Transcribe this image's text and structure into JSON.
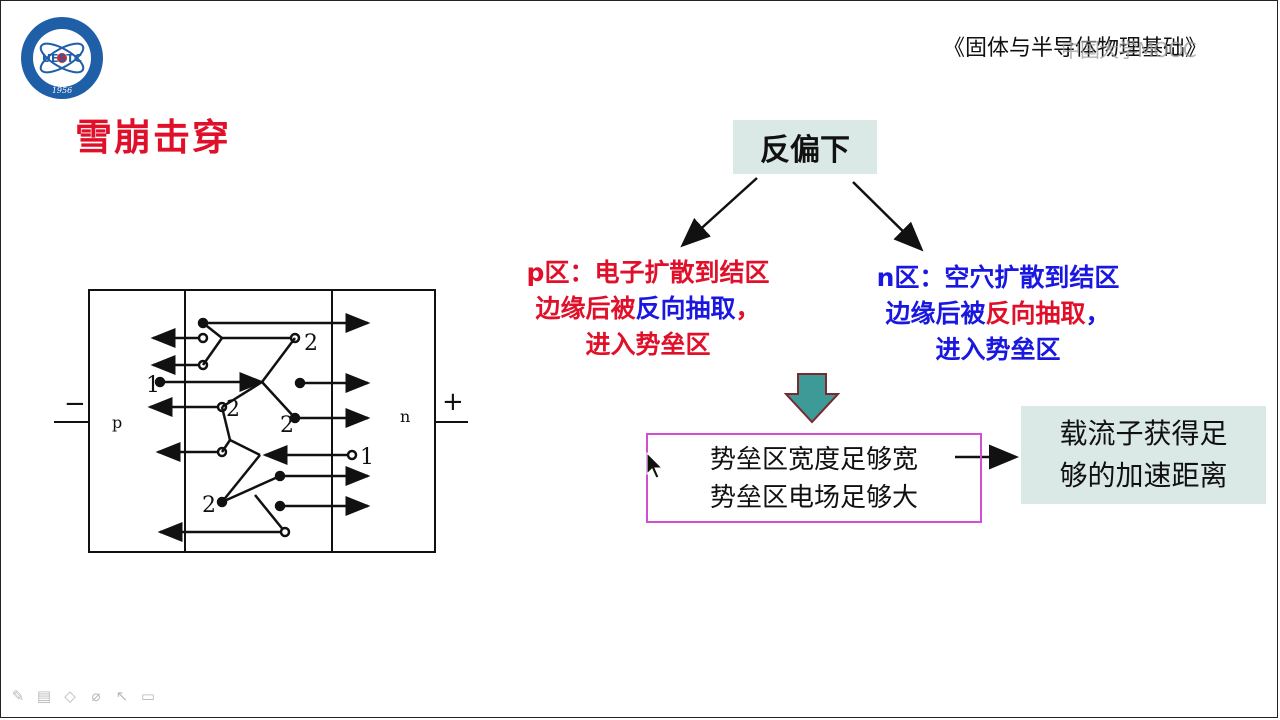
{
  "header": {
    "logo_text": "UESTC",
    "logo_year": "1956",
    "course_title": "《固体与半导体物理基础》",
    "course_title_ghost": "中国大学MOOC"
  },
  "slide": {
    "title": "雪崩击穿"
  },
  "diagram": {
    "minus": "−",
    "plus": "+",
    "p_label": "p",
    "n_label": "n",
    "num_1": "1",
    "num_2": "2"
  },
  "flow": {
    "condition_top": "反偏下",
    "p_region": {
      "line1": "p区：电子扩散到结区",
      "line2_pre": "边缘后被",
      "line2_mid": "反向抽取",
      "line2_post": "，",
      "line3": "进入势垒区"
    },
    "n_region": {
      "line1": "n区：空穴扩散到结区",
      "line2_pre": "边缘后被",
      "line2_mid": "反向抽取",
      "line2_post": "，",
      "line3": "进入势垒区"
    },
    "condition_box": {
      "line1": "势垒区宽度足够宽",
      "line2": "势垒区电场足够大"
    },
    "result_box": {
      "line1": "载流子获得足",
      "line2": "够的加速距离"
    }
  },
  "colors": {
    "title_red": "#e0102a",
    "blue": "#1a18e0",
    "box_teal": "#dbe9e6",
    "arrow_teal": "#3d9a96",
    "border_magenta": "#d24fd2"
  },
  "toolbar": {
    "icons": [
      "pen-icon",
      "slides-icon",
      "eraser-icon",
      "highlighter-icon",
      "pointer-icon",
      "screen-icon"
    ]
  }
}
